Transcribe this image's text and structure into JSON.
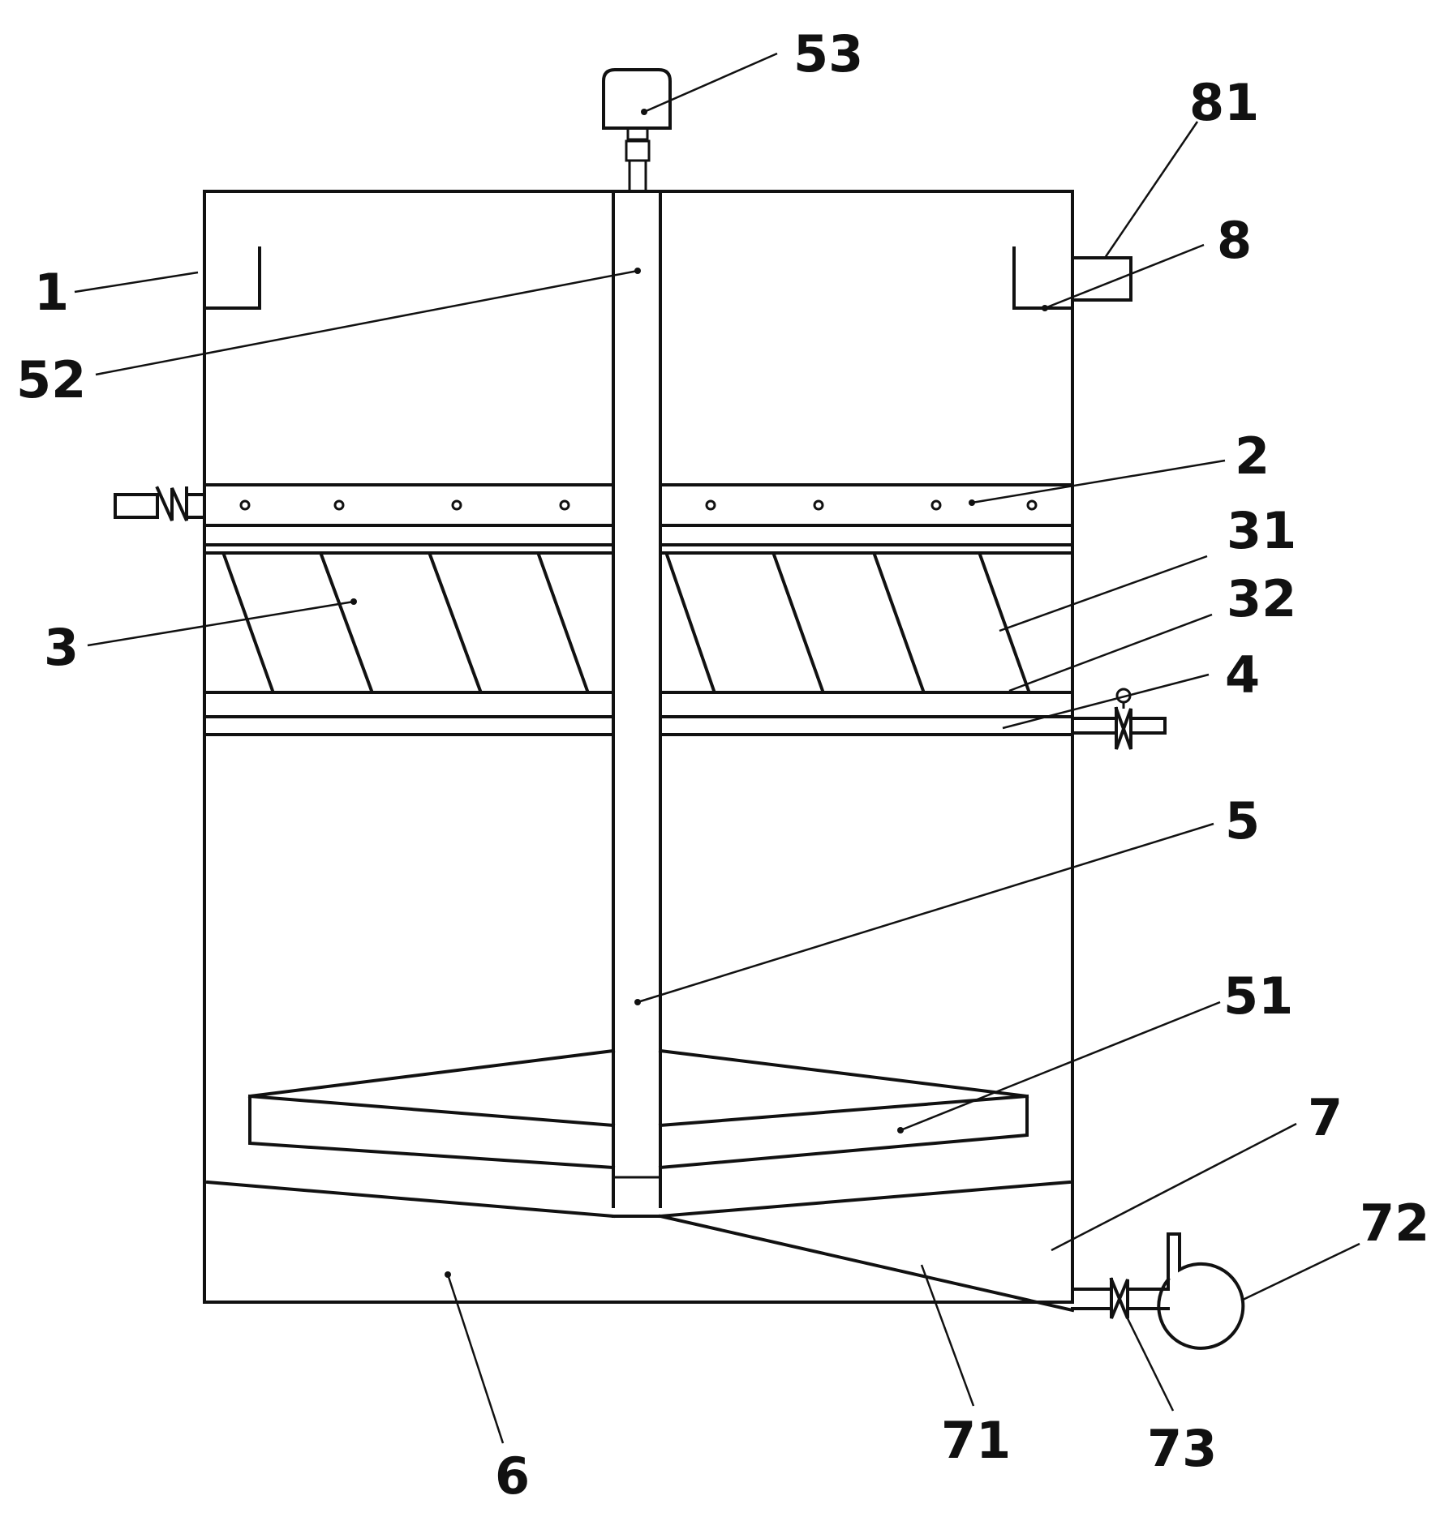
{
  "labels": {
    "l1": "1",
    "l2": "2",
    "l3": "3",
    "l4": "4",
    "l5": "5",
    "l6": "6",
    "l7": "7",
    "l8": "8",
    "l31": "31",
    "l32": "32",
    "l51": "51",
    "l52": "52",
    "l53": "53",
    "l71": "71",
    "l72": "72",
    "l73": "73",
    "l81": "81"
  },
  "colors": {
    "stroke": "#111111",
    "background": "#ffffff"
  }
}
